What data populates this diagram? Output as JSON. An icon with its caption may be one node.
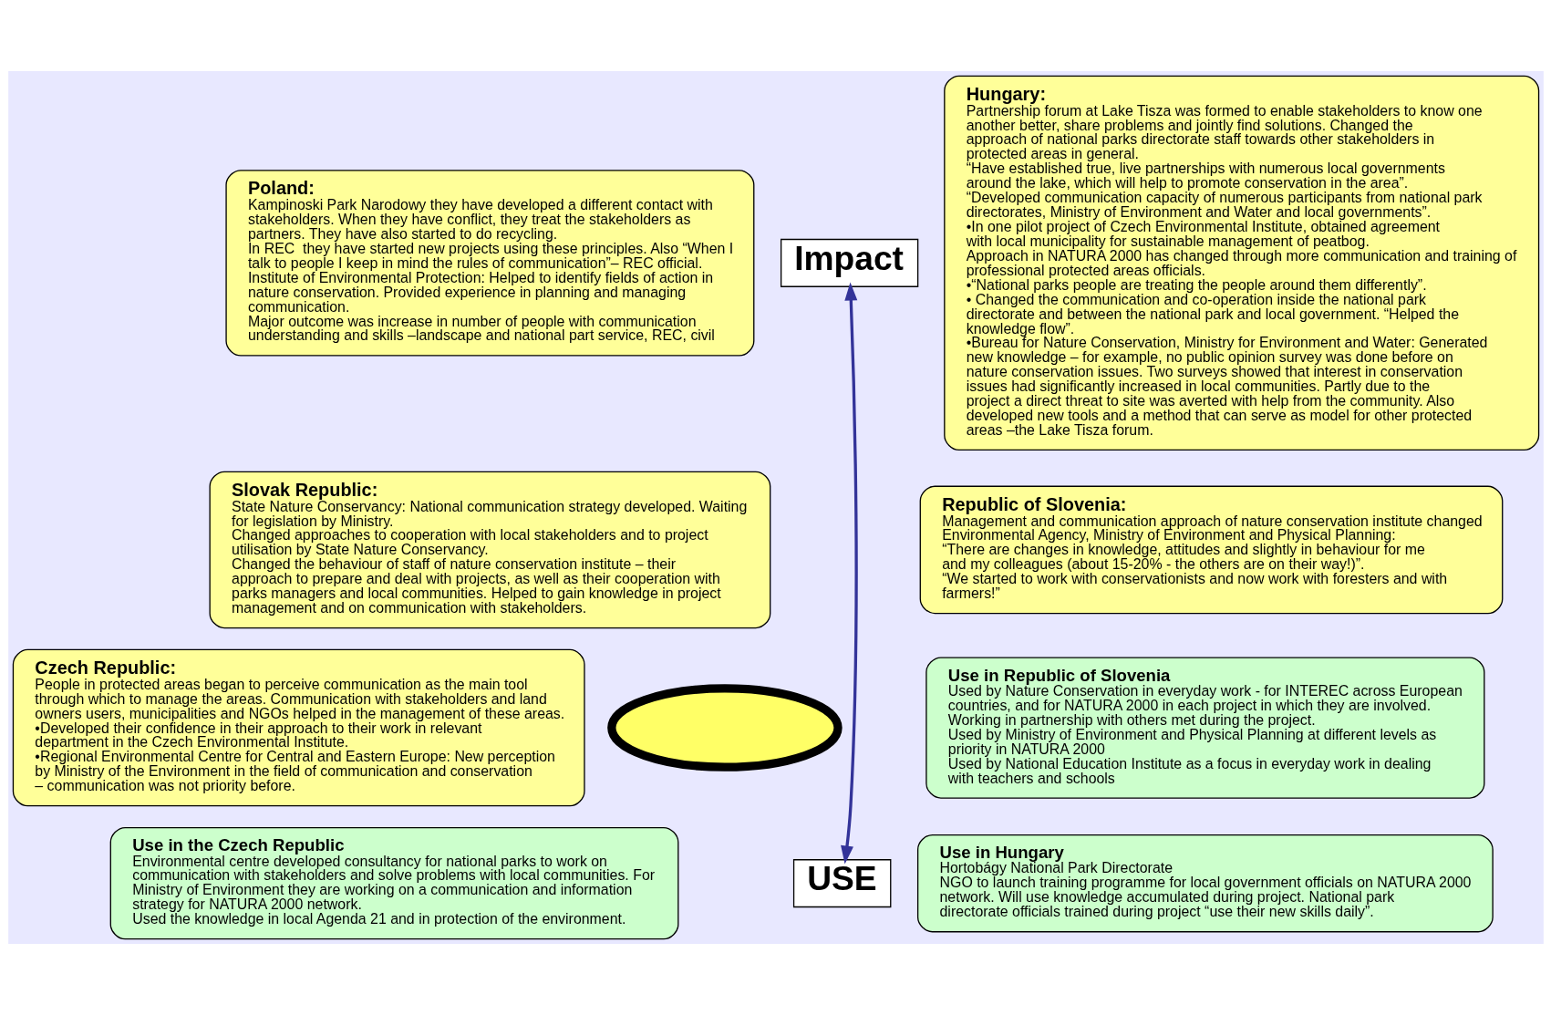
{
  "diagram": {
    "nodes": [
      {
        "text": [
          "Impact"
        ]
      },
      {
        "text": [
          "Poland:",
          "Kampinoski Park Narodowy they have developed a different contact with stakeholders. When they have conflict, they treat the stakeholders as partners. They have also started to do recycling.",
          "In REC  they have started new projects using these principles. Also “When I talk to people I keep in mind the rules of communication”– REC official.",
          "Institute of Environmental Protection: Helped to identify fields of action in nature conservation. Provided experience in planning and managing communication.",
          "Major outcome was increase in number of people with communication understanding and skills –landscape and national part service, REC, civil"
        ]
      },
      {
        "text": [
          "Hungary:",
          "Partnership forum at Lake Tisza was formed to enable stakeholders to know one another better, share problems and jointly find solutions. Changed the approach of national parks directorate staff towards other stakeholders in protected areas in general.",
          "“Have established true, live partnerships with numerous local governments around the lake, which will help to promote conservation in the area”. “Developed communication capacity of numerous participants from national park directorates, Ministry of Environment and Water and local governments”.",
          "•In one pilot project of Czech Environmental Institute, obtained agreement with local municipality for sustainable management of peatbog.",
          "Approach in NATURA 2000 has changed through more communication and training of professional protected areas officials.",
          "•“National parks people are treating the people around them differently”.",
          "• Changed the communication and co-operation inside the national park directorate and between the national park and local government. “Helped the knowledge flow”.",
          "•Bureau for Nature Conservation, Ministry for Environment and Water: Generated new knowledge – for example, no public opinion survey was done before on nature conservation issues. Two surveys showed that interest in conservation issues had significantly increased in local communities. Partly due to the project a direct threat to site was averted with help from the community. Also developed new tools and a method that can serve as model for other protected areas –the Lake Tisza forum."
        ]
      },
      {
        "text": [
          "Slovak Republic:",
          "State Nature Conservancy: National communication strategy developed. Waiting for legislation by Ministry.",
          "Changed approaches to cooperation with local stakeholders and to project utilisation by State Nature Conservancy.",
          "Changed the behaviour of staff of nature conservation institute – their approach to prepare and deal with projects, as well as their cooperation with parks managers and local communities. Helped to gain knowledge in project management and on communication with stakeholders."
        ]
      },
      {
        "text": [
          "Republic of Slovenia:",
          "Management and communication approach of nature conservation institute changed",
          "Environmental Agency, Ministry of Environment and Physical Planning:",
          "“There are changes in knowledge, attitudes and slightly in behaviour for me and my colleagues (about 15-20% - the others are on their way!)”.",
          "“We started to work with conservationists and now work with foresters and with farmers!”"
        ]
      },
      {
        "text": [
          "Czech Republic:",
          "People in protected areas began to perceive communication as the main tool through which to manage the areas. Communication with stakeholders and land owners users, municipalities and NGOs helped in the management of these areas.",
          "•Developed their confidence in their approach to their work in relevant department in the Czech Environmental Institute.",
          "•Regional Environmental Centre for Central and Eastern Europe: New perception by Ministry of the Environment in the field of communication and conservation – communication was not priority before."
        ]
      },
      {
        "text": [],
        "shape": "circle"
      },
      {
        "text": [
          "Use in Republic of Slovenia",
          "Used by Nature Conservation in everyday work - for INTEREC across European countries, and for NATURA 2000 in each project in which they are involved. Working in partnership with others met during the project.",
          "Used by Ministry of Environment and Physical Planning at different levels as priority in NATURA 2000",
          "Used by National Education Institute as a focus in everyday work in dealing with teachers and schools"
        ]
      },
      {
        "text": [
          "Use in the Czech Republic",
          "Environmental centre developed consultancy for national parks to work on communication with stakeholders and solve problems with local communities. For Ministry of Environment they are working on a communication and information strategy for NATURA 2000 network.",
          "Used the knowledge in local Agenda 21 and in protection of the environment."
        ]
      },
      {
        "text": [
          "Use in Hungary",
          "Hortobágy National Park Directorate",
          "NGO to launch training programme for local government officials on NATURA 2000 network. Will use knowledge accumulated during project. National park directorate officials trained during project “use their new skills daily”."
        ]
      },
      {
        "text": [
          "USE"
        ]
      }
    ],
    "edges": [
      {
        "from": 0,
        "to": 10,
        "arrow": "both"
      }
    ]
  }
}
